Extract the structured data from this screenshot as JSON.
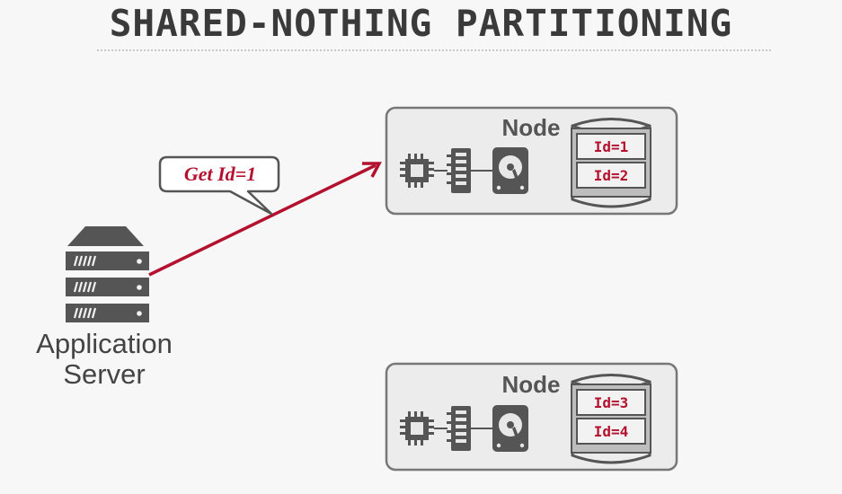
{
  "title": "SHARED-NOTHING PARTITIONING",
  "request": {
    "label": "Get Id=1"
  },
  "server": {
    "line1": "Application",
    "line2": "Server"
  },
  "nodes": [
    {
      "label": "Node",
      "records": [
        "Id=1",
        "Id=2"
      ]
    },
    {
      "label": "Node",
      "records": [
        "Id=3",
        "Id=4"
      ]
    }
  ],
  "colors": {
    "accent": "#b3112e",
    "icon": "#555555",
    "box_border": "#777777"
  }
}
